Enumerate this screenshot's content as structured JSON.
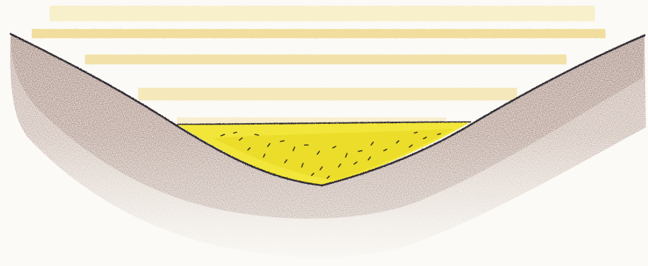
{
  "colors": {
    "paper": "#fbfaf6",
    "haze_light": "#f6e8a8",
    "haze_strong": "#edd37a",
    "soil_dark": "#6f4035",
    "soil_mid": "#8a5a4c",
    "soil_light": "#b8958a",
    "sediment_fill": "#f2e63a",
    "sediment_shade": "#e6d51d",
    "sediment_flecks": "#3e3518",
    "outline": "#2f2b33"
  },
  "icons": {
    "valley": "valley-cross-section-drawing",
    "haze": "yellow-haze-bands",
    "sediment": "yellow-sediment-deposit"
  }
}
